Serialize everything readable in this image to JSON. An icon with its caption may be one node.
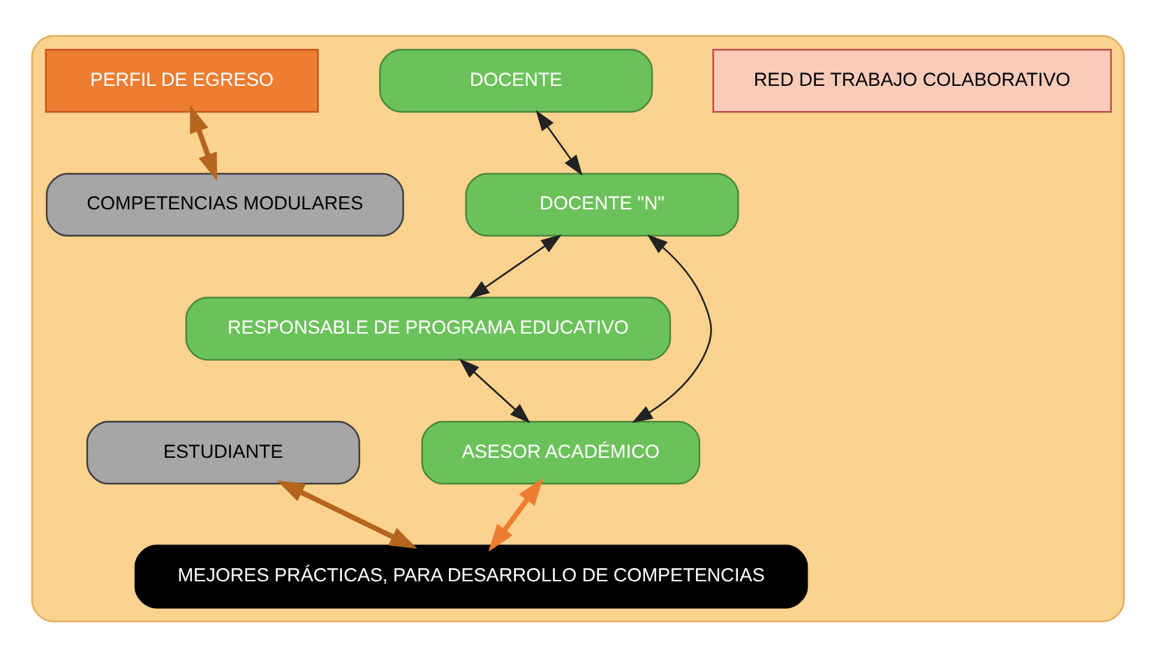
{
  "diagram": {
    "nodes": [
      {
        "text": [],
        "shape": "ellipse"
      },
      {
        "text": [
          "RED DE TRABAJO COLABORATIVO"
        ],
        "in": 0
      },
      {
        "text": [
          "DOCENTE"
        ],
        "in": 0
      },
      {
        "text": [
          "DOCENTE \"N\""
        ],
        "in": 0
      },
      {
        "text": [
          "RESPONSABLE DE PROGRAMA EDUCATIVO"
        ],
        "in": 0
      },
      {
        "text": [
          "ASESOR ACADÉMICO"
        ],
        "in": 0
      },
      {
        "text": [
          "PERFIL DE EGRESO"
        ],
        "in": 0
      },
      {
        "text": [
          "COMPETENCIAS MODULARES"
        ],
        "in": 0
      },
      {
        "text": [
          "ESTUDIANTE"
        ],
        "in": 0
      },
      {
        "text": [
          "MEJORES PRÁCTICAS, PARA DESARROLLO DE COMPETENCIAS"
        ],
        "in": 0
      }
    ],
    "edges": [
      {
        "from": 2,
        "to": 3,
        "arrow": "both"
      },
      {
        "from": 3,
        "to": 5,
        "arrow": "both"
      },
      {
        "from": 3,
        "to": 4,
        "arrow": "both"
      },
      {
        "from": 4,
        "to": 5,
        "arrow": "both"
      },
      {
        "from": 6,
        "to": 7,
        "arrow": "both",
        "style": "thick",
        "color": "#b5651d"
      },
      {
        "from": 8,
        "to": 9,
        "arrow": "both",
        "style": "thick",
        "color": "#b5651d"
      },
      {
        "from": 5,
        "to": 9,
        "arrow": "both",
        "style": "thick",
        "color": "#ed7d31"
      }
    ]
  }
}
